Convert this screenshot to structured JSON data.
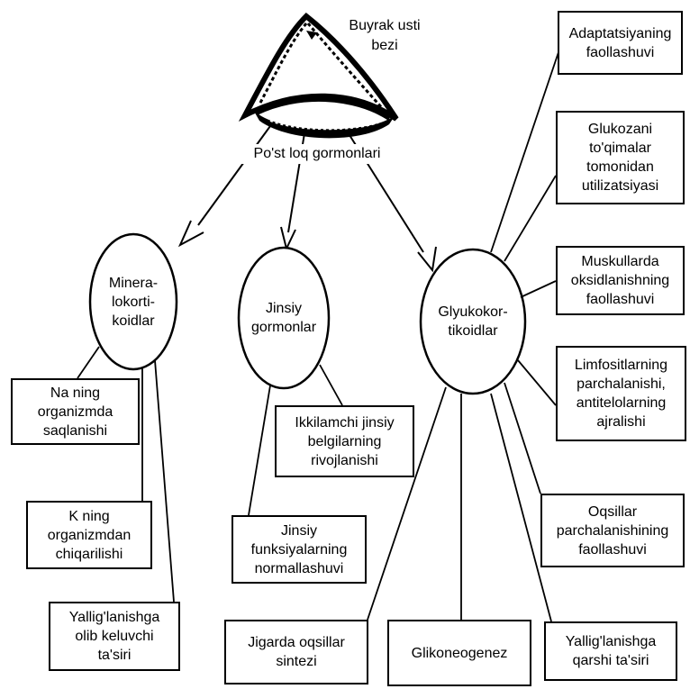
{
  "gland": {
    "label": "Buyrak usti\nbezi",
    "cortex_label": "Po'st loq gormonlari"
  },
  "groups": [
    {
      "id": "mineralocorticoids",
      "label": "Minera-\nlokorti-\nkoidlar"
    },
    {
      "id": "sex_hormones",
      "label": "Jinsiy\ngormonlar"
    },
    {
      "id": "glucocorticoids",
      "label": "Glyukokor-\ntikoidlar"
    }
  ],
  "effects": {
    "mineralocorticoids": [
      "Na ning\norganizmda\nsaqlanishi",
      "K ning\norganizmdan\nchiqarilishi",
      "Yallig'lanishga\nolib keluvchi\nta'siri"
    ],
    "sex_hormones": [
      "Ikkilamchi jinsiy\nbelgilarning\nrivojlanishi",
      "Jinsiy\nfunksiyalarning\nnormallashuvi"
    ],
    "glucocorticoids": [
      "Adaptatsiyaning\nfaollashuvi",
      "Glukozani\nto'qimalar\ntomonidan\nutilizatsiyasi",
      "Muskullarda\noksidlanishning\nfaollashuvi",
      "Limfositlarning\nparchalanishi,\nantitelolarning\najralishi",
      "Oqsillar\nparchalanishining\nfaollashuvi",
      "Yallig'lanishga\nqarshi ta'siri",
      "Glikoneogenez",
      "Jigarda oqsillar\nsintezi"
    ]
  }
}
